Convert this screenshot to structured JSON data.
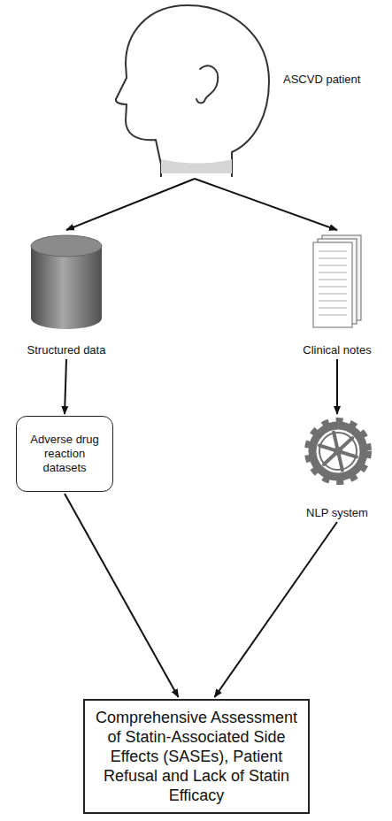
{
  "diagram": {
    "nodes": [
      {
        "text": [
          "ASCVD patient"
        ]
      },
      {
        "text": [
          "Structured data"
        ]
      },
      {
        "text": [
          "Clinical notes"
        ]
      },
      {
        "text": [
          "Adverse drug reaction datasets"
        ]
      },
      {
        "text": [
          "NLP system"
        ]
      },
      {
        "text": [
          "Comprehensive Assessment of Statin-Associated Side Effects (SASEs), Patient Refusal and Lack of Statin Efficacy"
        ]
      }
    ],
    "edges": [
      {
        "from": 0,
        "to": 1,
        "arrow": "to"
      },
      {
        "from": 0,
        "to": 2,
        "arrow": "to"
      },
      {
        "from": 1,
        "to": 3,
        "arrow": "to"
      },
      {
        "from": 2,
        "to": 4,
        "arrow": "to"
      },
      {
        "from": 3,
        "to": 5,
        "arrow": "to"
      },
      {
        "from": 4,
        "to": 5,
        "arrow": "to"
      }
    ]
  }
}
